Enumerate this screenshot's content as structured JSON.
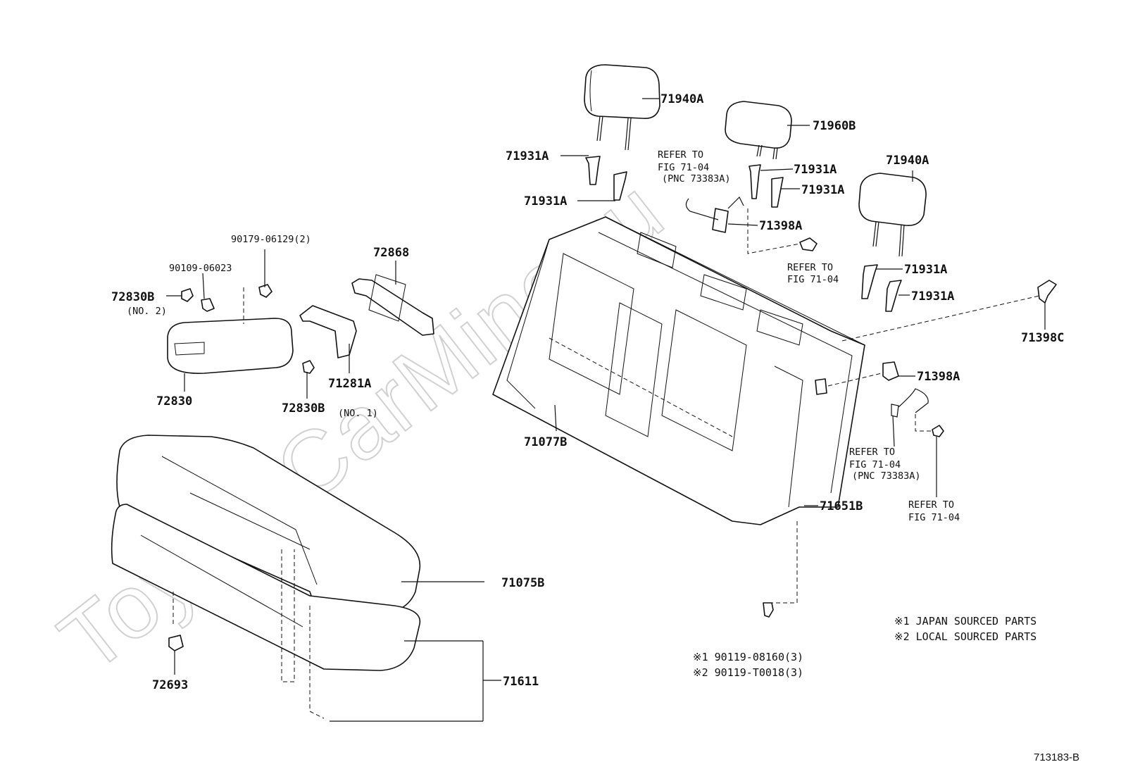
{
  "watermark": "ToyotaCarMine.ru",
  "figure_id": "713183-B",
  "parts": {
    "headrest_left": "71940A",
    "headrest_center": "71960B",
    "headrest_right": "71940A",
    "support_l1": "71931A",
    "support_l2": "71931A",
    "support_c1": "71931A",
    "support_c2": "71931A",
    "support_r1": "71931A",
    "support_r2": "71931A",
    "lock_upper": "71398A",
    "lock_right": "71398A",
    "cover_clip": "71398C",
    "screw_top": "90179-06129(2)",
    "bolt_arm": "90109-06023",
    "cap_no2": "72830B",
    "cap_no2_note": "(NO. 2)",
    "armrest": "72830",
    "cap_no1": "72830B",
    "cap_no1_note": "(NO. 1)",
    "cup_holder": "72868",
    "arm_hinge": "71281A",
    "back_assy": "71077B",
    "back_frame": "71651B",
    "cushion_cover": "71075B",
    "cushion_assy": "71611",
    "hook": "72693"
  },
  "refers": {
    "upper": [
      "REFER TO",
      "FIG 71-04",
      "(PNC 73383A)"
    ],
    "middle": [
      "REFER TO",
      "FIG 71-04"
    ],
    "right": [
      "REFER TO",
      "FIG 71-04",
      "(PNC 73383A)"
    ],
    "lower_right": [
      "REFER TO",
      "FIG 71-04"
    ]
  },
  "bolt_parts": [
    "※1  90119-08160(3)",
    "※2  90119-T0018(3)"
  ],
  "notes": [
    "※1 JAPAN SOURCED PARTS",
    "※2 LOCAL SOURCED PARTS"
  ]
}
